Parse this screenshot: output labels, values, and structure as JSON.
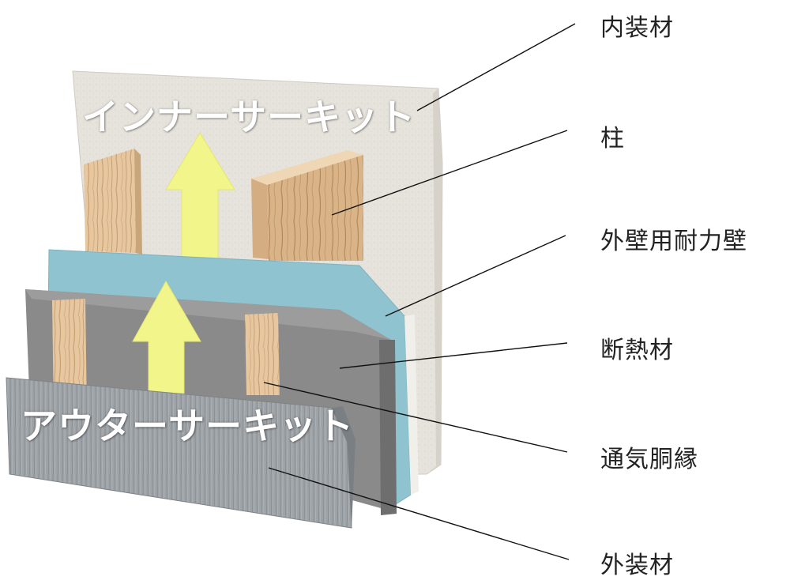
{
  "labels": {
    "interior_finish": "内装材",
    "pillar": "柱",
    "exterior_bearing_wall": "外壁用耐力壁",
    "insulation": "断熱材",
    "ventilation_furring": "通気胴縁",
    "exterior_finish": "外装材"
  },
  "circuits": {
    "inner": "インナーサーキット",
    "outer": "アウターサーキット"
  },
  "colors": {
    "interior_board": "#e6e3dc",
    "bearing_board": "#8fc3cf",
    "insulation": "#8a8a8a",
    "exterior_panel": "#9aa0a5",
    "wood": "#e6c49a",
    "arrow": "#f1f58a",
    "leader_line": "#111111"
  }
}
